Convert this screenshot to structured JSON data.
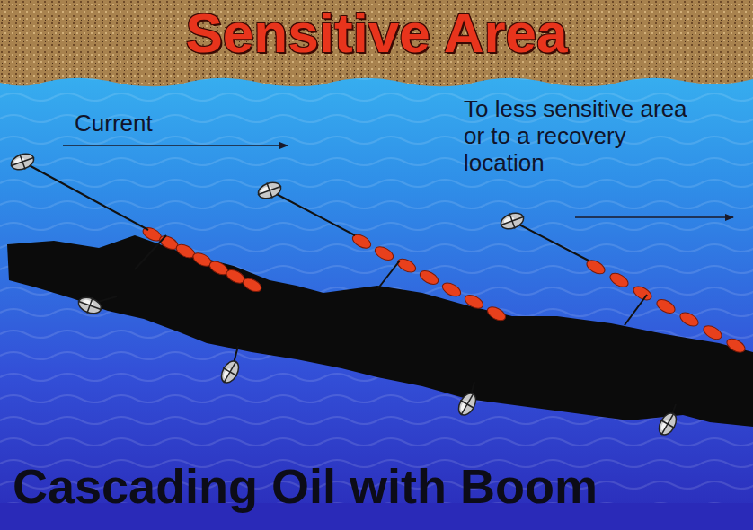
{
  "diagram": {
    "caption": "Cascading Oil with Boom",
    "labels": [
      "Sensitive Area",
      "Current",
      "To less sensitive area or to a recovery location"
    ]
  }
}
